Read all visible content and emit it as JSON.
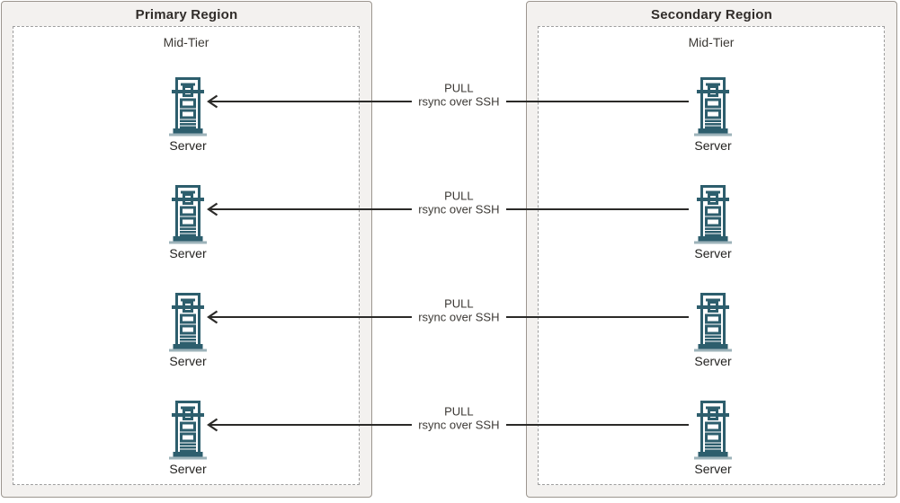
{
  "diagram": {
    "regions": [
      {
        "title": "Primary Region",
        "tier_label": "Mid-Tier",
        "servers": [
          {
            "label": "Server"
          },
          {
            "label": "Server"
          },
          {
            "label": "Server"
          },
          {
            "label": "Server"
          }
        ]
      },
      {
        "title": "Secondary Region",
        "tier_label": "Mid-Tier",
        "servers": [
          {
            "label": "Server"
          },
          {
            "label": "Server"
          },
          {
            "label": "Server"
          },
          {
            "label": "Server"
          }
        ]
      }
    ],
    "arrows": [
      {
        "label_line1": "PULL",
        "label_line2": "rsync over SSH",
        "direction": "left"
      },
      {
        "label_line1": "PULL",
        "label_line2": "rsync over SSH",
        "direction": "left"
      },
      {
        "label_line1": "PULL",
        "label_line2": "rsync over SSH",
        "direction": "left"
      },
      {
        "label_line1": "PULL",
        "label_line2": "rsync over SSH",
        "direction": "left"
      }
    ],
    "colors": {
      "server_icon": "#2d5e6d",
      "server_icon_base": "#9db3ba",
      "region_fill": "#f3f1ef",
      "region_border": "#9c968f",
      "inner_border": "#9e9e9e",
      "arrow": "#2b2a28",
      "title_text": "#312d2a",
      "body_text": "#3c3935"
    }
  }
}
